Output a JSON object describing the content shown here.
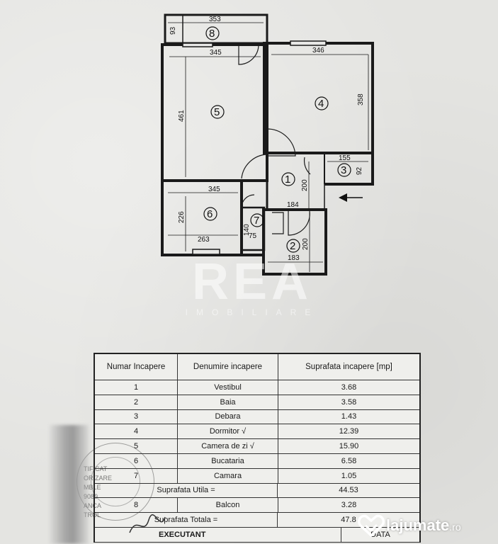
{
  "floor_plan": {
    "rooms": [
      {
        "number": "1",
        "label": "1"
      },
      {
        "number": "2",
        "label": "2"
      },
      {
        "number": "3",
        "label": "3"
      },
      {
        "number": "4",
        "label": "4"
      },
      {
        "number": "5",
        "label": "5"
      },
      {
        "number": "6",
        "label": "6"
      },
      {
        "number": "7",
        "label": "7"
      },
      {
        "number": "8",
        "label": "8"
      }
    ],
    "dimensions": {
      "balcony_width": "353",
      "balcony_depth": "93",
      "room5_width": "345",
      "room5_height": "461",
      "room4_width": "346",
      "room4_height": "358",
      "debara_width": "155",
      "debara_height": "92",
      "vestibul_height": "200",
      "vestibul_width": "184",
      "kitchen_width_top": "345",
      "kitchen_height": "226",
      "kitchen_width_bottom": "263",
      "camara_height": "140",
      "camara_width": "75",
      "bath_height": "200",
      "bath_width": "183"
    }
  },
  "watermark": {
    "main": "REA",
    "sub": "IMOBILIARE"
  },
  "table": {
    "headers": [
      "Numar Incapere",
      "Denumire incapere",
      "Suprafata incapere [mp]"
    ],
    "rows": [
      {
        "number": "1",
        "name": "Vestibul",
        "area": "3.68"
      },
      {
        "number": "2",
        "name": "Baia",
        "area": "3.58"
      },
      {
        "number": "3",
        "name": "Debara",
        "area": "1.43"
      },
      {
        "number": "4",
        "name": "Dormitor √",
        "area": "12.39"
      },
      {
        "number": "5",
        "name": "Camera de zi √",
        "area": "15.90"
      },
      {
        "number": "6",
        "name": "Bucataria",
        "area": "6.58"
      },
      {
        "number": "7",
        "name": "Camara",
        "area": "1.05"
      }
    ],
    "useful_label": "Suprafata Utila =",
    "useful_value": "44.53",
    "balcony": {
      "number": "8",
      "name": "Balcon",
      "area": "3.28"
    },
    "total_label": "Suprafata Totala =",
    "total_value": "47.8",
    "executant_label": "EXECUTANT",
    "data_label": "DATA"
  },
  "stamp": {
    "lines": [
      "TIFICAT",
      "ORIZARE",
      "MBLE",
      "9080",
      "ANCA",
      "TROL"
    ]
  },
  "logo": {
    "name": "lajumate",
    "tld": ".ro"
  }
}
